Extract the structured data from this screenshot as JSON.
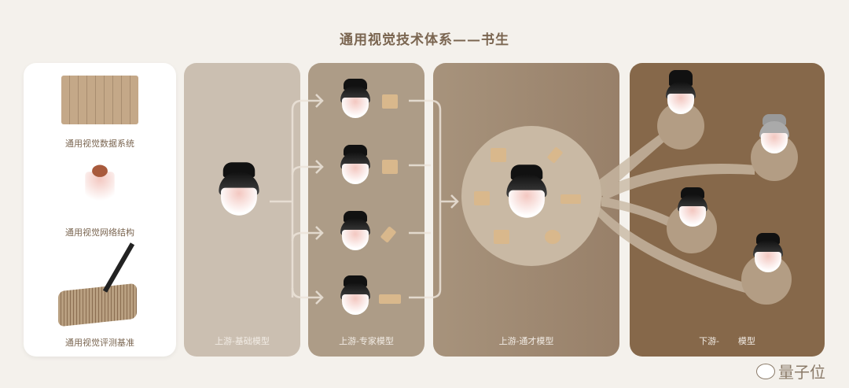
{
  "title": "通用视觉技术体系——书生",
  "left_panel": {
    "items": [
      {
        "label": "通用视觉数据系统",
        "icon": "bamboo-scroll-icon"
      },
      {
        "label": "通用视觉网络结构",
        "icon": "scholar-head-icon"
      },
      {
        "label": "通用视觉评测基准",
        "icon": "brush-scroll-icon"
      }
    ]
  },
  "stages": [
    {
      "label": "上游-基础模型"
    },
    {
      "label": "上游-专家模型",
      "experts": [
        "bamboo-slips-icon",
        "go-board-icon",
        "brush-icon",
        "scroll-icon"
      ]
    },
    {
      "label": "上游-通才模型",
      "skills": [
        "go-board-icon",
        "brush-icon",
        "bamboo-slips-icon",
        "scroll-icon",
        "horse-icon",
        "target-icon"
      ]
    },
    {
      "label_prefix": "下游-",
      "label_suffix": "模型",
      "characters": [
        "official-icon",
        "warrior-icon",
        "sage-icon",
        "unknown-role-icon"
      ]
    }
  ],
  "watermark": "量子位",
  "colors": {
    "background": "#f4f1ec",
    "stage1": "#cbbfb1",
    "stage2": "#ad9c87",
    "stage3": "#988069",
    "stage4": "#86684a",
    "text": "#7a6550"
  }
}
